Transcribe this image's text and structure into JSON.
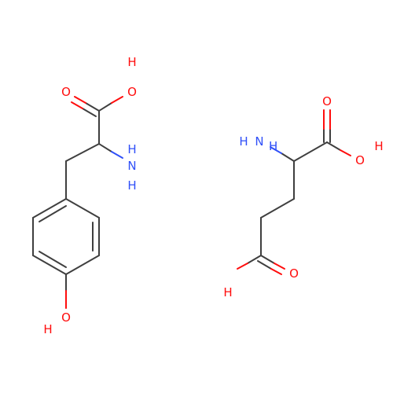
{
  "molecules": [
    {
      "labels": [
        "O",
        "H",
        "O",
        "H",
        "N",
        "H",
        "O",
        "H"
      ]
    },
    {
      "labels": [
        "O",
        "H",
        "O",
        "H",
        "N",
        "H",
        "O",
        "H"
      ]
    }
  ],
  "colors": {
    "carbon_bond": "#3f3f3f",
    "oxygen": "#ff0d0d",
    "nitrogen": "#3050f8",
    "background": "#ffffff"
  }
}
